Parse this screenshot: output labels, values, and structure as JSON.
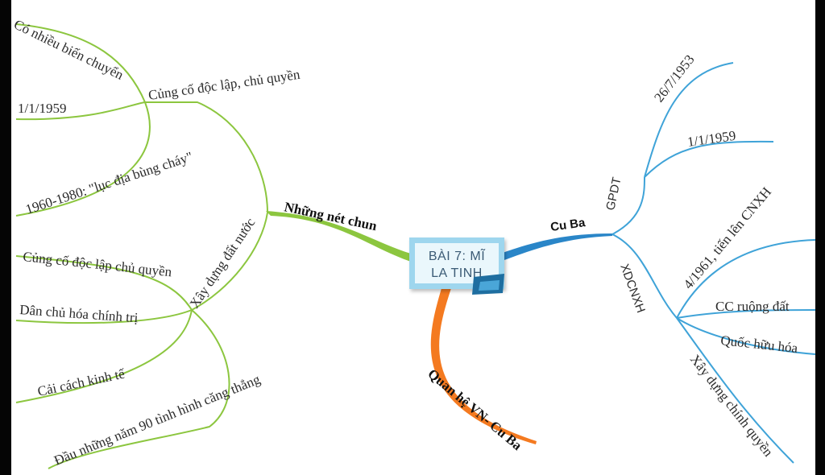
{
  "center": {
    "line1": "BÀI 7: MĨ",
    "line2": "LA TINH"
  },
  "colors": {
    "left_branch": "#8cc63f",
    "right_branch": "#3fa3d8",
    "bottom_branch": "#f47a20",
    "center_fill": "#9ed6ee"
  },
  "left": {
    "main": "Những nét chun",
    "group1": {
      "label": "Củng cố độc lập, chủ quyền",
      "items": [
        "Có nhiều biến chuyển",
        "1/1/1959",
        "1960-1980: \"lục địa bùng cháy\""
      ]
    },
    "group2": {
      "label": "Xây dựng đất nước",
      "items": [
        "Củng cố độc lập chủ quyền",
        "Dân chủ hóa chính trị",
        "Cải cách kinh tế",
        "Đầu những năm 90 tình hình căng thẳng"
      ]
    }
  },
  "right": {
    "main": "Cu Ba",
    "group1": {
      "label": "GPDT",
      "items": [
        "26/7/1953",
        "1/1/1959"
      ]
    },
    "group2": {
      "label": "XDCNXH",
      "items": [
        "4/1961, tiến lên CNXH",
        "CC ruộng đất",
        "Quốc hữu hóa",
        "Xây dựng chính quyền"
      ]
    }
  },
  "bottom": {
    "main": "Quan hệ VN- Cu Ba"
  }
}
